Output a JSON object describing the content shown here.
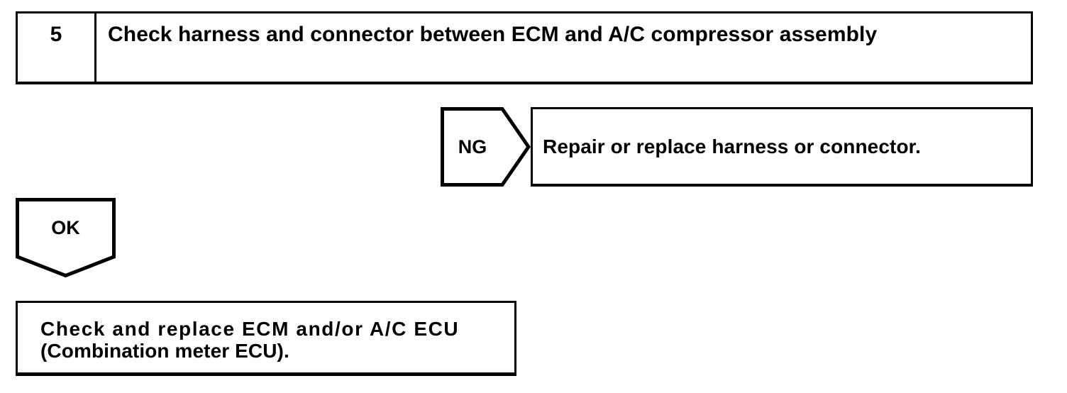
{
  "document": {
    "kind": "diagnostic-flowchart",
    "colors": {
      "line": "#000000",
      "background": "#ffffff",
      "text": "#000000"
    }
  },
  "step": {
    "number": "5",
    "title": "Check harness and connector between ECM and A/C compressor assembly"
  },
  "branches": {
    "ng": {
      "label": "NG",
      "result": "Repair or replace harness or connector."
    },
    "ok": {
      "label": "OK"
    }
  },
  "final_action": {
    "line1": "Check and replace ECM and/or A/C ECU",
    "line2": "(Combination meter ECU)."
  }
}
